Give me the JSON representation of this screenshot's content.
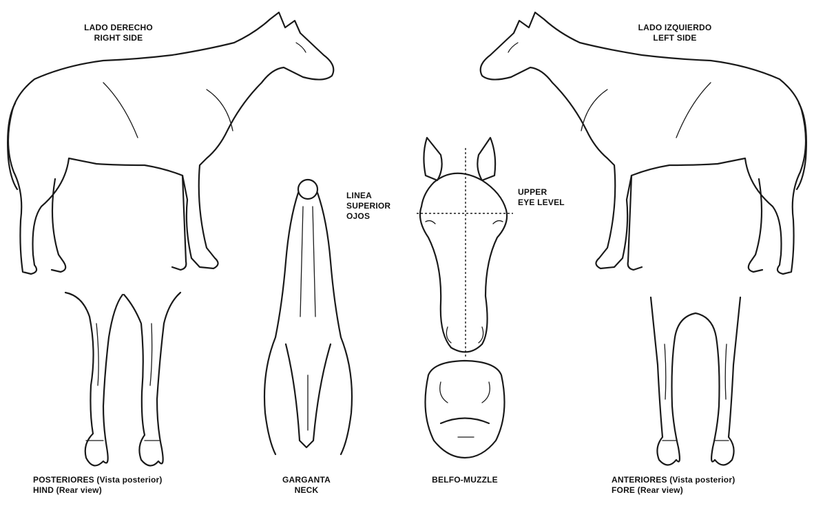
{
  "labels": {
    "right_side": {
      "es": "LADO DERECHO",
      "en": "RIGHT SIDE"
    },
    "left_side": {
      "es": "LADO IZQUIERDO",
      "en": "LEFT SIDE"
    },
    "eye_level_es": [
      "LINEA",
      "SUPERIOR",
      "OJOS"
    ],
    "eye_level_en": [
      "UPPER",
      "EYE LEVEL"
    ],
    "hind": {
      "es": "POSTERIORES (Vista posterior)",
      "en": "HIND (Rear view)"
    },
    "neck": {
      "es": "GARGANTA",
      "en": "NECK"
    },
    "muzzle": "BELFO-MUZZLE",
    "fore": {
      "es": "ANTERIORES (Vista posterior)",
      "en": "FORE (Rear view)"
    }
  }
}
